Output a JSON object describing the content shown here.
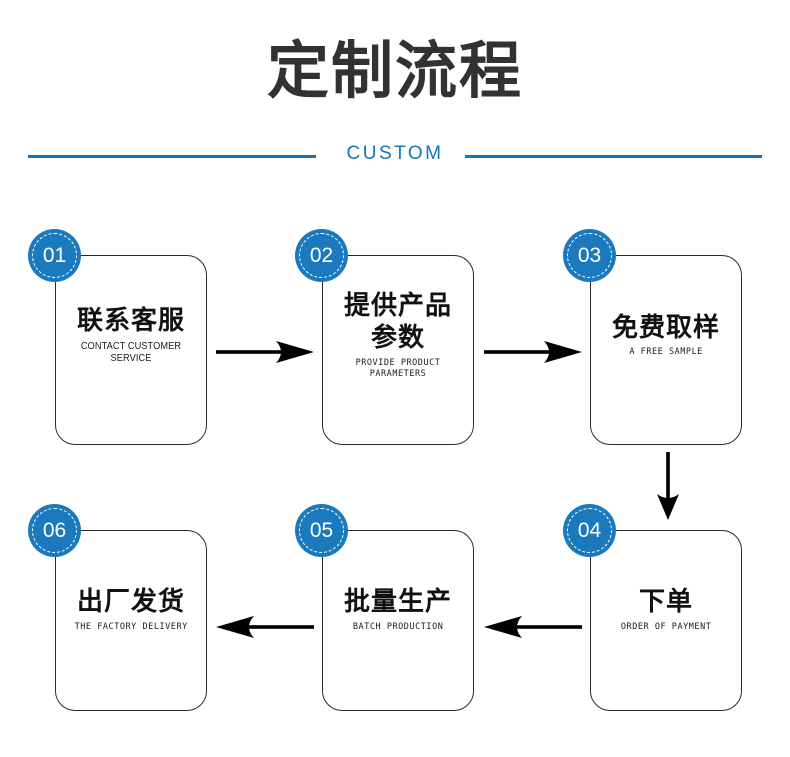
{
  "header": {
    "title": "定制流程",
    "subtitle": "CUSTOM",
    "accent_color": "#1276b8",
    "title_color": "#323232"
  },
  "flow": {
    "badge_color": "#1b79bd",
    "card_border_color": "#2b2b2b",
    "arrow_color": "#000000",
    "steps": [
      {
        "number": "01",
        "title_cn": "联系客服",
        "title_en": "CONTACT CUSTOMER SERVICE"
      },
      {
        "number": "02",
        "title_cn": "提供产品\n参数",
        "title_en": "PROVIDE PRODUCT PARAMETERS"
      },
      {
        "number": "03",
        "title_cn": "免费取样",
        "title_en": "A FREE SAMPLE"
      },
      {
        "number": "04",
        "title_cn": "下单",
        "title_en": "ORDER OF PAYMENT"
      },
      {
        "number": "05",
        "title_cn": "批量生产",
        "title_en": "BATCH PRODUCTION"
      },
      {
        "number": "06",
        "title_cn": "出厂发货",
        "title_en": "THE FACTORY DELIVERY"
      }
    ],
    "connectors": [
      {
        "from": "01",
        "to": "02",
        "direction": "right"
      },
      {
        "from": "02",
        "to": "03",
        "direction": "right"
      },
      {
        "from": "03",
        "to": "04",
        "direction": "down"
      },
      {
        "from": "04",
        "to": "05",
        "direction": "left"
      },
      {
        "from": "05",
        "to": "06",
        "direction": "left"
      }
    ]
  }
}
